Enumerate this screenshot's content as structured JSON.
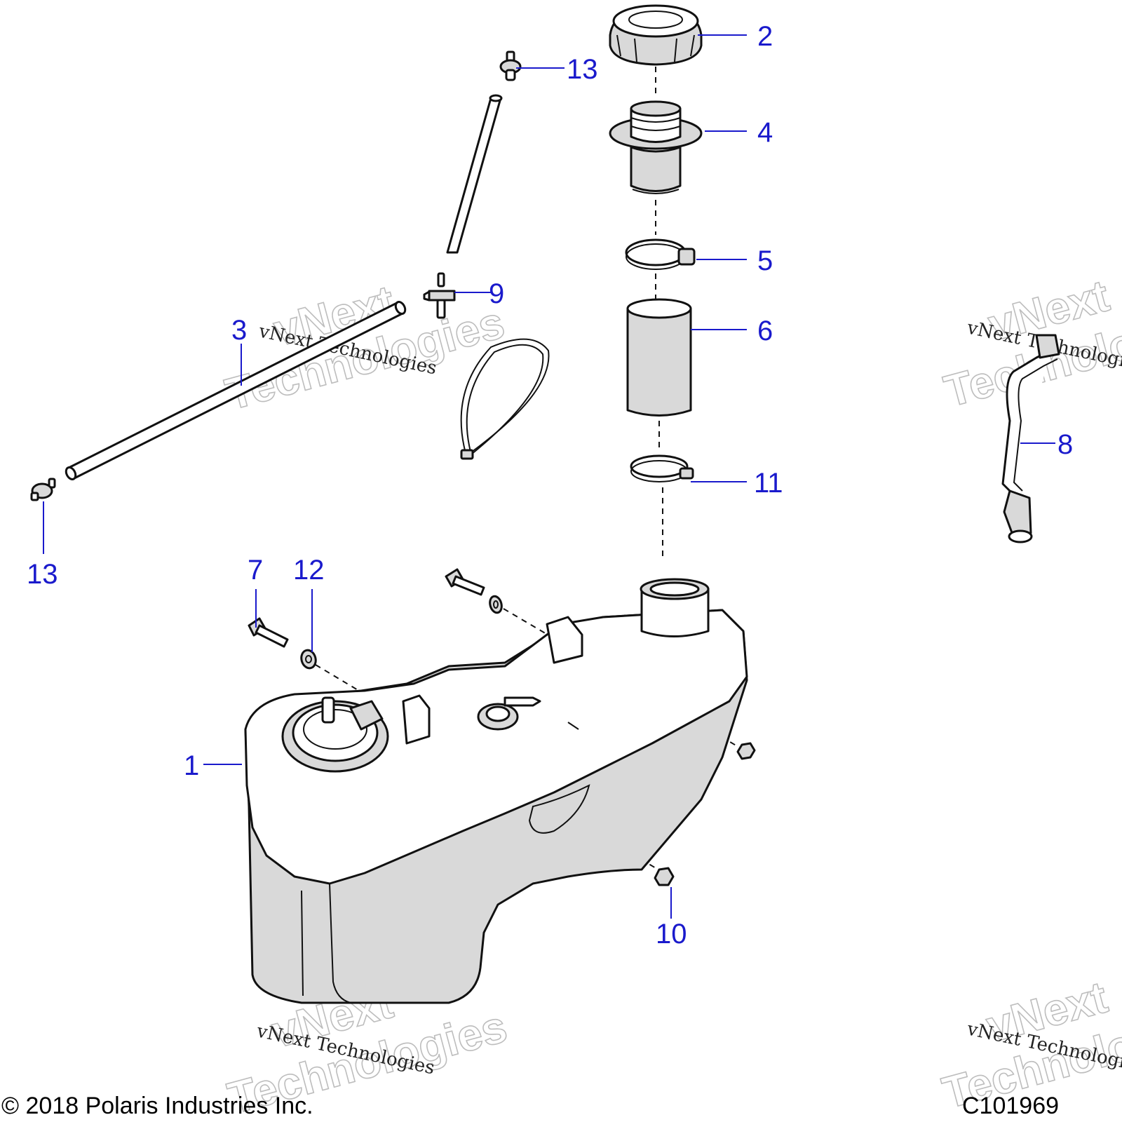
{
  "callouts": {
    "c1": "1",
    "c2": "2",
    "c3": "3",
    "c4": "4",
    "c5": "5",
    "c6": "6",
    "c7": "7",
    "c8": "8",
    "c9": "9",
    "c10": "10",
    "c11": "11",
    "c12": "12",
    "c13a": "13",
    "c13b": "13"
  },
  "watermark": {
    "line1": "vNext",
    "line2": "Technologies",
    "small": "vNext Technologies"
  },
  "footer": {
    "copyright": "© 2018 Polaris Industries Inc.",
    "figure_id": "C101969"
  },
  "colors": {
    "callout": "#1a1acc",
    "line": "#111111",
    "shade": "#d9d9d9",
    "watermark": "#bdbdbd"
  }
}
